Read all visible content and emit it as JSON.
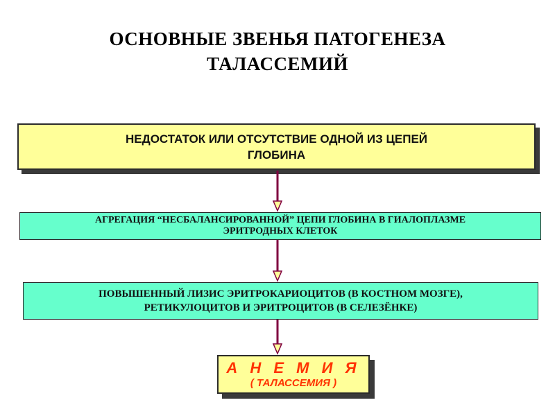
{
  "title": {
    "line1": "ОСНОВНЫЕ  ЗВЕНЬЯ  ПАТОГЕНЕЗА",
    "line2": "ТАЛАССЕМИЙ"
  },
  "boxes": [
    {
      "line1": "НЕДОСТАТОК   ИЛИ   ОТСУТСТВИЕ  ОДНОЙ  ИЗ  ЦЕПЕЙ",
      "line2": "ГЛОБИНА"
    },
    {
      "line1": "АГРЕГАЦИЯ  “НЕСБАЛАНСИРОВАННОЙ”  ЦЕПИ  ГЛОБИНА  В  ГИАЛОПЛАЗМЕ",
      "line2": "ЭРИТРОДНЫХ  КЛЕТОК"
    },
    {
      "line1": "ПОВЫШЕННЫЙ  ЛИЗИС ЭРИТРОКАРИОЦИТОВ   (В КОСТНОМ МОЗГЕ),",
      "line2": "РЕТИКУЛОЦИТОВ   И   ЭРИТРОЦИТОВ   (В СЕЛЕЗЁНКЕ)"
    },
    {
      "line1": "А Н Е М И Я",
      "line2": "( ТАЛАССЕМИЯ )"
    }
  ],
  "colors": {
    "yellow_box": "#ffff99",
    "green_box": "#66ffcc",
    "arrow": "#800040",
    "anemia_text": "#ff3300"
  }
}
